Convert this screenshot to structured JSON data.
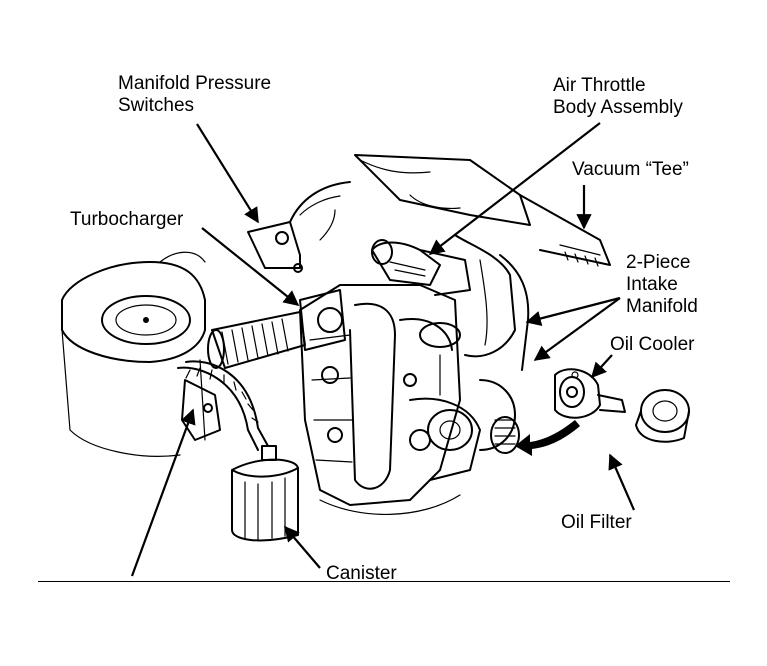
{
  "labels": {
    "manifold_pressure_switches": [
      "Manifold Pressure",
      "Switches"
    ],
    "air_throttle_body_assembly": [
      "Air Throttle",
      "Body Assembly"
    ],
    "vacuum_tee": "Vacuum “Tee”",
    "turbocharger": "Turbocharger",
    "intake_manifold": [
      "2-Piece",
      "Intake",
      "Manifold"
    ],
    "oil_cooler": "Oil Cooler",
    "oil_filter": "Oil Filter",
    "canister": "Canister"
  }
}
